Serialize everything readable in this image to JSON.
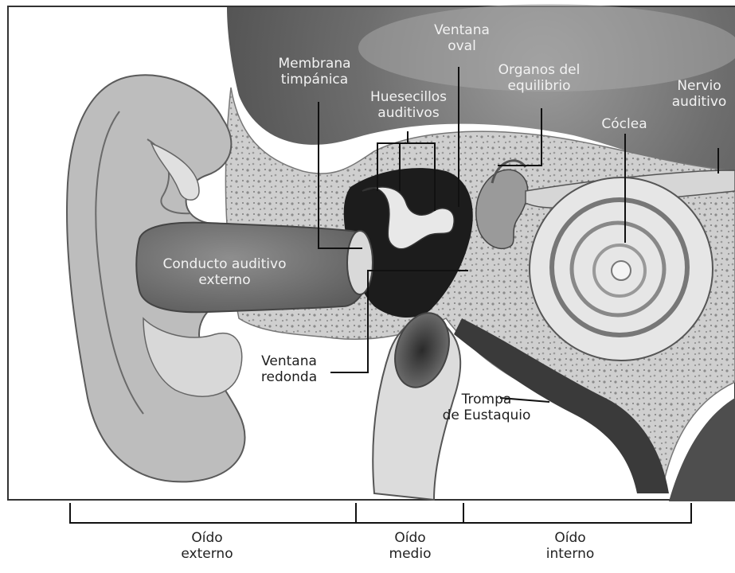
{
  "labels": {
    "ventana_oval": [
      "Ventana",
      "oval"
    ],
    "membrana_timpanica": [
      "Membrana",
      "timpánica"
    ],
    "huesecillos": [
      "Huesecillos",
      "auditivos"
    ],
    "organos_equilibrio": [
      "Organos del",
      "equilibrio"
    ],
    "nervio_auditivo": [
      "Nervio",
      "auditivo"
    ],
    "coclea": "Cóclea",
    "conducto_auditivo": [
      "Conducto auditivo",
      "externo"
    ],
    "ventana_redonda": [
      "Ventana",
      "redonda"
    ],
    "trompa_eustaquio": [
      "Trompa",
      "de Eustaquio"
    ]
  },
  "sections": {
    "oido_externo": [
      "Oído",
      "externo"
    ],
    "oido_medio": [
      "Oído",
      "medio"
    ],
    "oido_interno": [
      "Oído",
      "interno"
    ]
  },
  "colors": {
    "skull_dark": "#5a5a5a",
    "bone": "#cfcfcf",
    "outer_ear": "#bdbdbd",
    "canal": "#7a7a7a",
    "cochlea": "#e6e6e6",
    "tube": "#dcdcdc"
  }
}
